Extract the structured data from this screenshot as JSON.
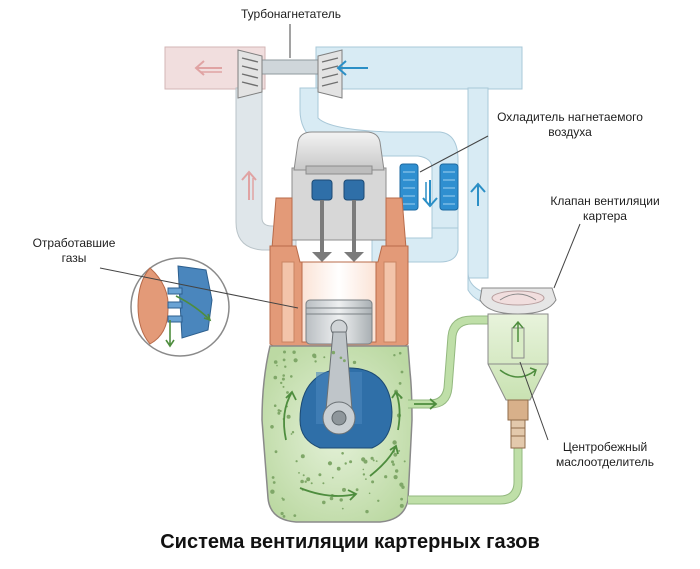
{
  "title": "Система вентиляции картерных газов",
  "labels": {
    "turbo": "Турбонагнетатель",
    "cooler": [
      "Охладитель нагнетаемого",
      "воздуха"
    ],
    "valve": [
      "Клапан вентиляции",
      "картера"
    ],
    "exhaust": [
      "Отработавшие",
      "газы"
    ],
    "separator": [
      "Центробежный",
      "маслоотделитель"
    ]
  },
  "colors": {
    "intake_air": "#d8ebf4",
    "boost_air": "#f1dede",
    "crankcase_gas": "#cfe6b8",
    "engine_copper": "#e39a78",
    "arrow_blue": "#2b8fc6",
    "arrow_pink": "#e0a3a3",
    "arrow_green": "#4e8d3e"
  }
}
